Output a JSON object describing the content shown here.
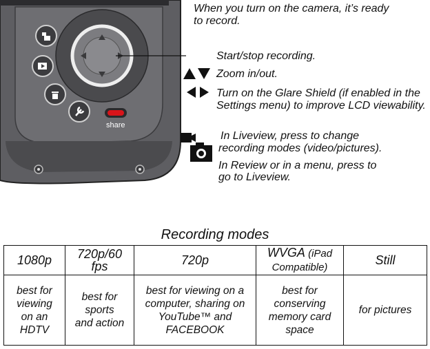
{
  "intro": {
    "line1": "When you turn on the camera, it’s ready",
    "line2": "to record."
  },
  "callouts": {
    "center_button": "Start/stop recording.",
    "up_down": "Zoom in/out.",
    "left_right_line1": "Turn on the Glare Shield (if enabled in the",
    "left_right_line2": "Settings menu) to improve LCD viewability.",
    "mode_line1": "In Liveview, press to change",
    "mode_line2": "recording modes (video/pictures).",
    "review_line1": "In Review or in a menu, press to",
    "review_line2": "go to Liveview."
  },
  "camera": {
    "share_label": "share"
  },
  "modes": {
    "title": "Recording modes",
    "columns": [
      {
        "header": "1080p",
        "header_sub": "",
        "lines": [
          "best for",
          "viewing",
          "on an HDTV"
        ]
      },
      {
        "header": "720p/60 fps",
        "header_sub": "",
        "lines": [
          "best for",
          "sports",
          "and action"
        ]
      },
      {
        "header": "720p",
        "header_sub": "",
        "lines": [
          "best for viewing on a",
          "computer, sharing on",
          "YouTube™ and",
          "FACEBOOK"
        ]
      },
      {
        "header": "WVGA",
        "header_sub": " (iPad Compatible)",
        "lines": [
          "best for",
          "conserving",
          "memory card",
          "space"
        ]
      },
      {
        "header": "Still",
        "header_sub": "",
        "lines": [
          "for pictures"
        ]
      }
    ]
  },
  "colors": {
    "body": "#5c5c5f",
    "share_button": "#d8141a"
  }
}
